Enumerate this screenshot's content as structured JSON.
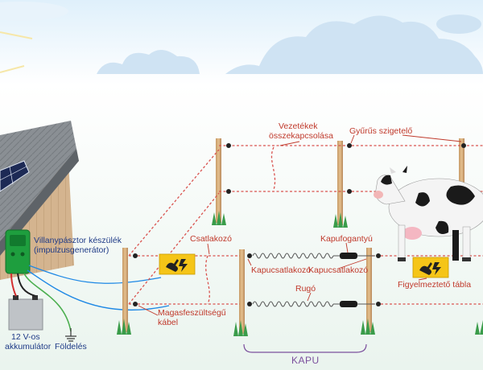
{
  "labels": {
    "energizer_line1": "Villanypásztor készülék",
    "energizer_line2": "(impulzusgenerátor)",
    "wire_joint_line1": "Vezetékek",
    "wire_joint_line2": "összekapcsolása",
    "ring_insulator": "Gyűrűs szigetelő",
    "connector": "Csatlakozó",
    "gate_connector_left": "Kapucsatlakozó",
    "gate_handle": "Kapufogantyú",
    "gate_connector_right": "Kapucsatlakozó",
    "warning_sign": "Figyelmeztető tábla",
    "spring": "Rugó",
    "hv_cable_line1": "Magasfeszültségű",
    "hv_cable_line2": "kábel",
    "battery_line1": "12 V-os",
    "battery_line2": "akkumulátor",
    "grounding": "Földelés",
    "gate": "KAPU"
  },
  "colors": {
    "label_red": "#c0392b",
    "label_blue": "#1f3b87",
    "gate_purple": "#7b4f9d",
    "wire_red": "#d9534f",
    "sign_yellow": "#f5c518",
    "energizer_green": "#1e9e3e"
  },
  "icons": {
    "warning_sign": "electric-hazard-hand-icon",
    "ground_symbol": "ground-icon",
    "solar_panel": "solar-panel-icon"
  }
}
